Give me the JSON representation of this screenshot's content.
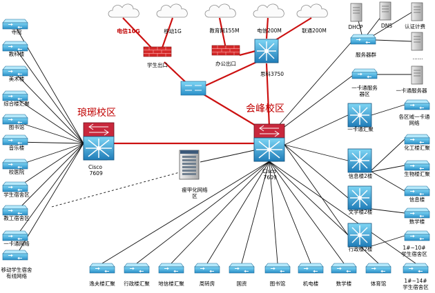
{
  "isps": [
    {
      "id": "telecom10g",
      "label": "电信10G",
      "red": true
    },
    {
      "id": "mobile1g",
      "label": "移动1G",
      "red": false
    },
    {
      "id": "edunet",
      "label": "教育网155M",
      "red": false
    },
    {
      "id": "telecom200",
      "label": "电信200M",
      "red": false
    },
    {
      "id": "unicom200",
      "label": "联通200M",
      "red": false
    }
  ],
  "firewalls": {
    "student": "学生出口",
    "office": "办公出口"
  },
  "core_switches": {
    "siko": "思科3750",
    "langya_campus": "琅琊校区",
    "langya_model": "Cisco 7609",
    "huifeng_campus": "会峰校区",
    "huifeng_model": "Cisco 7609"
  },
  "server": "瘦甲化网络区",
  "servers_right": {
    "dhcp": "DHCP",
    "dns": "DNS",
    "auth": "认证计费",
    "dots": "……",
    "card": "一卡通服务器"
  },
  "left_column": [
    "寺院",
    "教科楼",
    "美术楼",
    "综合楼汇聚",
    "图书馆",
    "音乐楼",
    "校医院",
    "学生宿舍区",
    "教工宿舍区",
    "一卡通网络",
    "移动学生宿舍有线网络"
  ],
  "bottom_row": [
    "逸夫楼汇聚",
    "行政楼汇聚",
    "地信楼汇聚",
    "周转房",
    "国资",
    "图书馆",
    "机电楼",
    "数学楼",
    "体育馆",
    "1#~14#学生宿舍区"
  ],
  "right_mid": {
    "server_group": "服务器群",
    "card_zone": "一卡通服务器区",
    "card_agg": "一卡通汇聚",
    "info_core": "信息楼2楼",
    "wen_core": "文学楼2楼",
    "admin_core": "行政楼2楼",
    "campus_card": "各区域一卡通网络",
    "chem": "化工楼汇聚",
    "bio": "生物楼汇聚",
    "info": "信息楼",
    "math": "数学楼",
    "dorm": "1#~10#学生宿舍区"
  },
  "colors": {
    "switch_blue": "#2a8fc8",
    "switch_cyan": "#58c8ee",
    "red_link": "#cc1111",
    "firewall_red": "#d42a2a",
    "core_top": "#c8283c"
  }
}
